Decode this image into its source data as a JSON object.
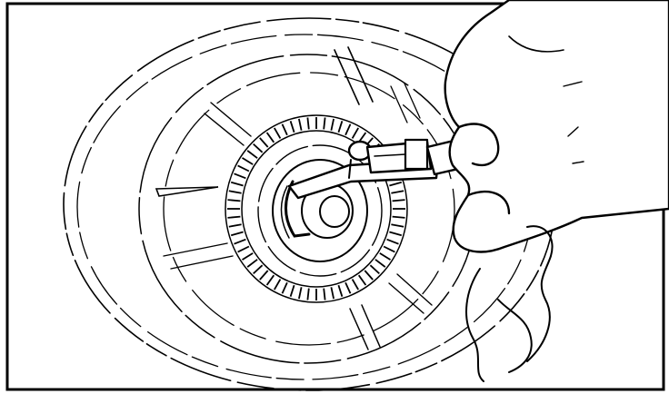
{
  "figure": {
    "kind": "technical line illustration",
    "line_color": "#000000",
    "background_color": "#ffffff",
    "components": {
      "wheel": "wheel-outline",
      "hub": "axle-hub",
      "tone_ring": "sensor-tone-ring",
      "tool": "feeler-gauge-tool",
      "hand": "hand-holding-tool"
    },
    "tone_ring_tooth_count": 64
  }
}
